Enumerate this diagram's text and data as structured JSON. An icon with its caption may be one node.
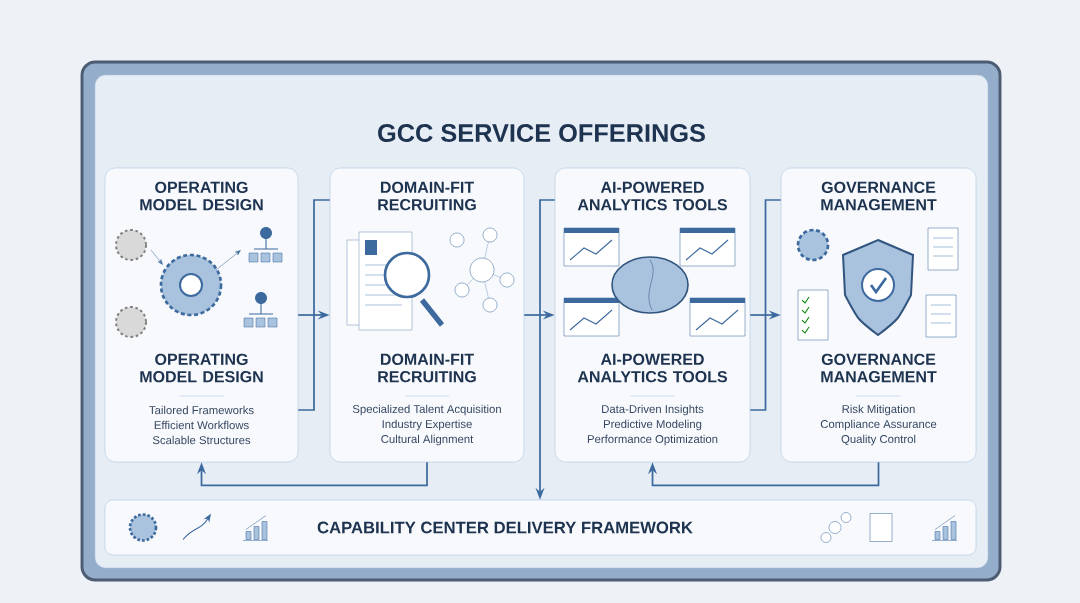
{
  "diagram": {
    "nodes": [
      {
        "text": [
          "GCC SERVICE OFFERINGS"
        ]
      },
      {
        "text": [
          "OPERATING MODEL DESIGN",
          "OPERATING MODEL DESIGN",
          "Tailored Frameworks",
          "Efficient Workflows",
          "Scalable Structures"
        ],
        "in": 0
      },
      {
        "text": [
          "DOMAIN-FIT RECRUITING",
          "DOMAIN-FIT RECRUITING",
          "Specialized Talent Acquisition",
          "Industry Expertise",
          "Cultural Alignment"
        ],
        "in": 0
      },
      {
        "text": [
          "AI-POWERED ANALYTICS TOOLS",
          "AI-POWERED ANALYTICS TOOLS",
          "Data-Driven Insights",
          "Predictive Modeling",
          "Performance Optimization"
        ],
        "in": 0
      },
      {
        "text": [
          "GOVERNANCE MANAGEMENT",
          "GOVERNANCE MANAGEMENT",
          "Risk Mitigation",
          "Compliance Assurance",
          "Quality Control"
        ],
        "in": 0
      },
      {
        "text": [
          "CAPABILITY CENTER DELIVERY FRAMEWORK"
        ],
        "in": 0
      }
    ],
    "edges": [
      {
        "from": 1,
        "to": 2,
        "arrow": "to"
      },
      {
        "from": 2,
        "to": 3,
        "arrow": "to"
      },
      {
        "from": 3,
        "to": 4,
        "arrow": "to"
      },
      {
        "from": 1,
        "to": 2,
        "arrow": "none"
      },
      {
        "from": 3,
        "to": 4,
        "arrow": "none"
      },
      {
        "from": 2,
        "to": 1,
        "arrow": "to"
      },
      {
        "from": 4,
        "to": 3,
        "arrow": "to"
      },
      {
        "from": 3,
        "to": 5,
        "arrow": "to"
      }
    ]
  }
}
